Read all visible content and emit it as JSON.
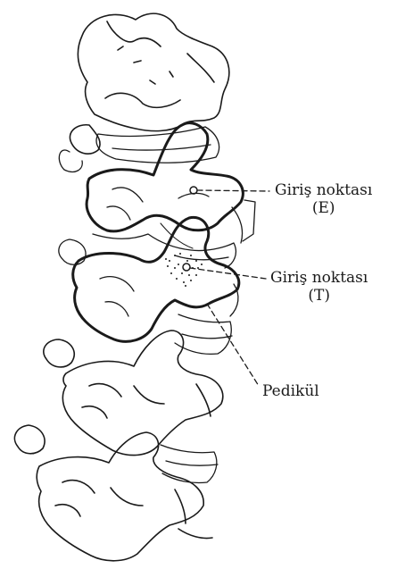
{
  "labels": {
    "entry_e": {
      "line1": "Giriş noktası",
      "line2": "(E)"
    },
    "entry_t": {
      "line1": "Giriş noktası",
      "line2": "(T)"
    },
    "pedicle": "Pedikül"
  },
  "colors": {
    "ink": "#1a1a1a",
    "background": "#ffffff"
  }
}
